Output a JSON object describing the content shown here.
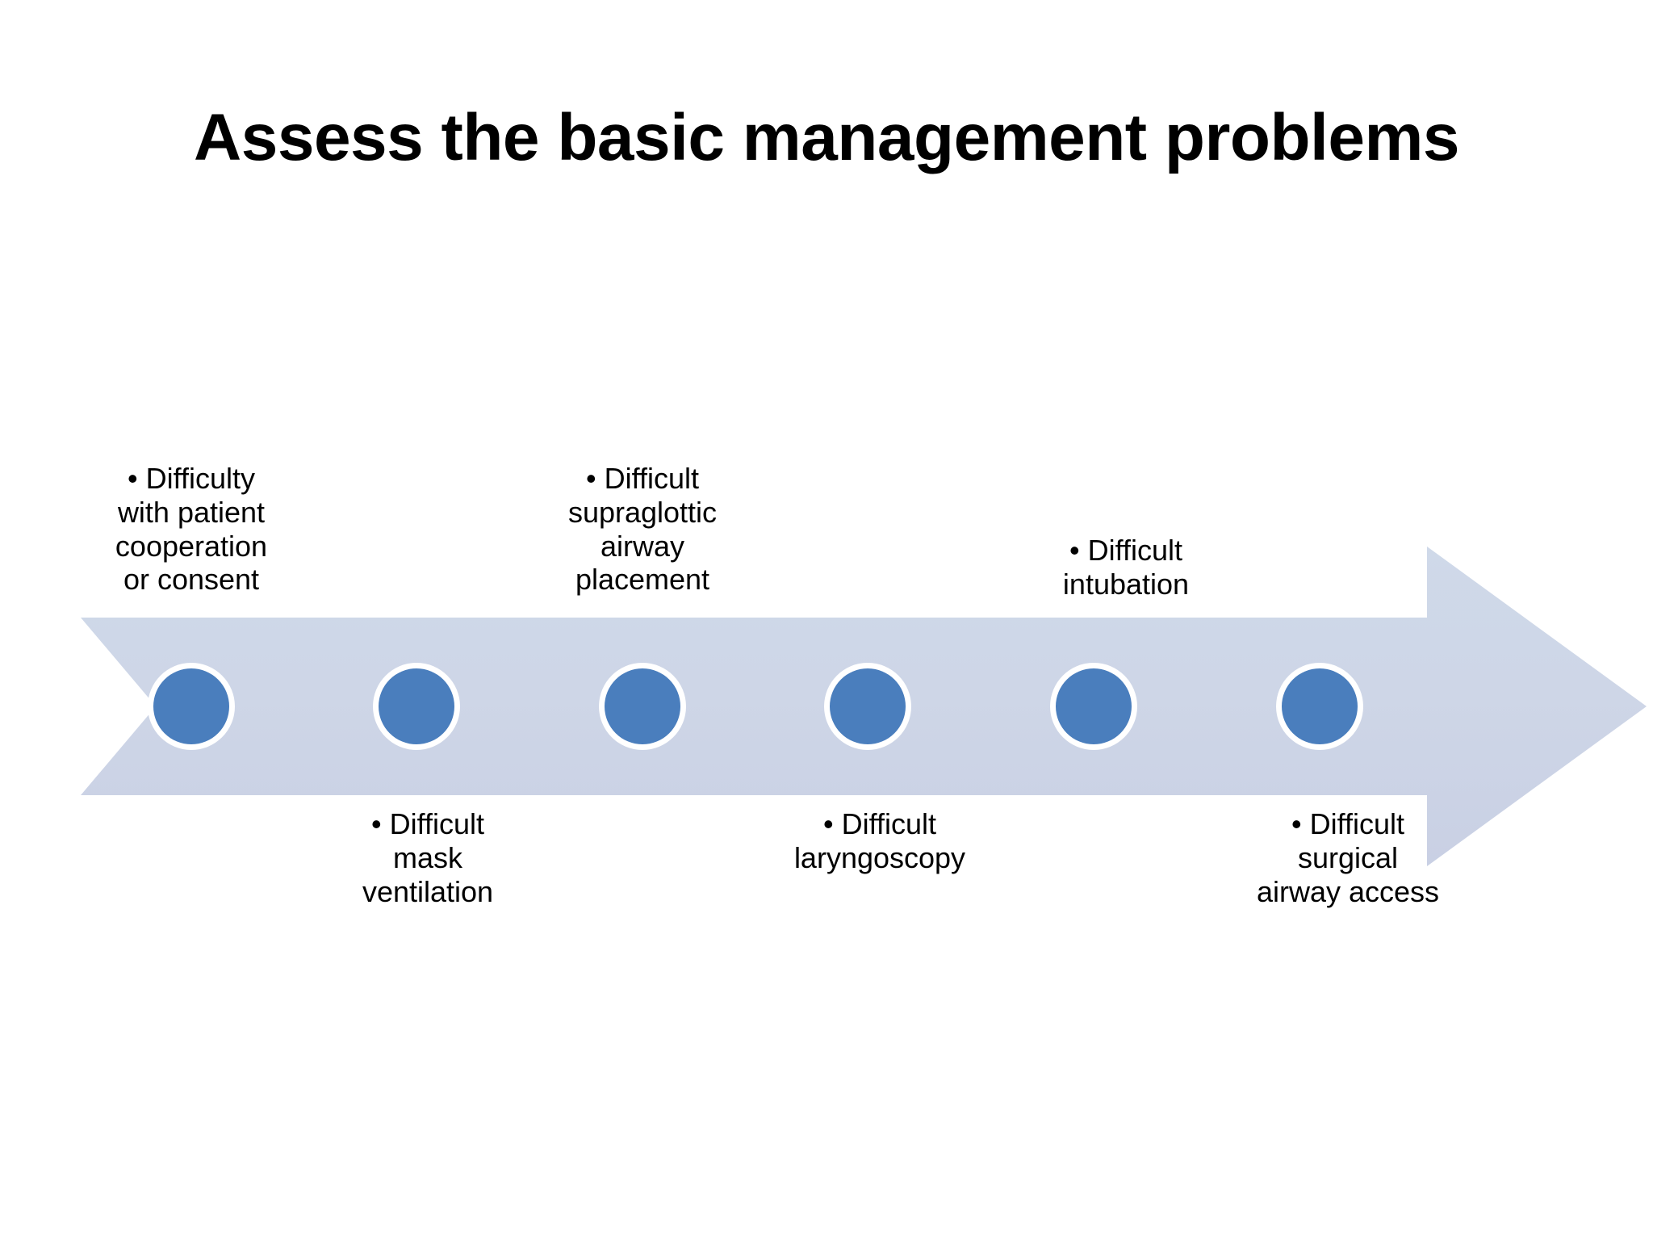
{
  "slide": {
    "title": "Assess the basic management problems",
    "background_color": "#ffffff"
  },
  "arrow": {
    "name": "process-arrow",
    "direction": "right",
    "fill_top_color": "#cfd8e8",
    "fill_bottom_color": "#ccd2e4",
    "outline_color": "#c6cee0"
  },
  "nodes": [
    {
      "index": 1,
      "label": "• Difficulty\nwith patient\ncooperation\nor consent",
      "position": "above",
      "color": "#4a7ebd"
    },
    {
      "index": 2,
      "label": "• Difficult\nmask\nventilation",
      "position": "below",
      "color": "#4a7ebd"
    },
    {
      "index": 3,
      "label": "• Difficult\nsupraglottic\nairway\nplacement",
      "position": "above",
      "color": "#4a7ebd"
    },
    {
      "index": 4,
      "label": "• Difficult\nlaryngoscopy",
      "position": "below",
      "color": "#4a7ebd"
    },
    {
      "index": 5,
      "label": "• Difficult\nintubation",
      "position": "above",
      "color": "#4a7ebd"
    },
    {
      "index": 6,
      "label": "• Difficult\nsurgical\nairway access",
      "position": "below",
      "color": "#4a7ebd"
    }
  ]
}
